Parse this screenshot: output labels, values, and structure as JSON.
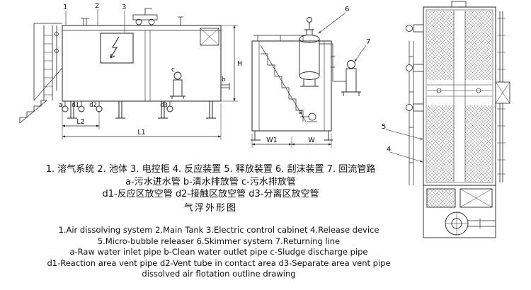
{
  "drawing": {
    "labels": {
      "n1": "1",
      "n2": "2",
      "n3": "3",
      "n4": "4",
      "n5": "5",
      "n6": "6",
      "n7": "7",
      "a": "a",
      "b": "b",
      "c": "c",
      "d1": "d1",
      "d2": "d2",
      "d3": "d3"
    },
    "dims": {
      "L1": "L1",
      "L2": "L2",
      "H": "H",
      "W1": "W1",
      "W": "W"
    }
  },
  "captions": {
    "zh": [
      "1. 溶气系统 2. 池体 3. 电控柜 4. 反应装置 5. 释放装置 6. 刮沫装置 7. 回流管路",
      "a-污水进水管 b-清水排放管 c-污水排放管",
      "d1-反应区放空管 d2-接触区放空管 d3-分离区放空管",
      "气浮外形图"
    ],
    "en": [
      "1.Air dissolving system 2.Main Tank 3.Electric control cabinet 4.Release device",
      "5.Micro-bubble releaser 6.Skimmer system 7.Returning line",
      "a-Raw water inlet pipe b-Clean water outlet pipe c-Sludge discharge pipe",
      "d1-Reaction area vent pipe d2-Vent tube in contact area d3-Separate area vent pipe",
      "dissolved air flotation outline drawing"
    ]
  }
}
